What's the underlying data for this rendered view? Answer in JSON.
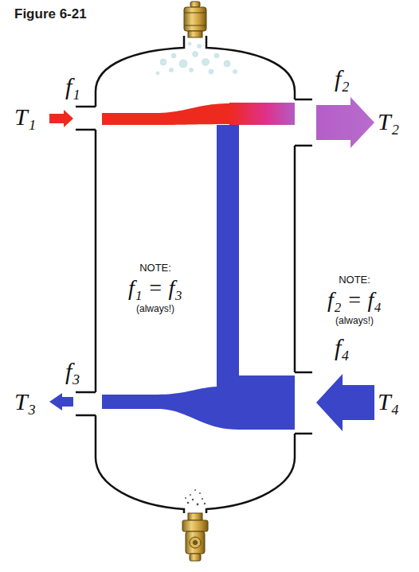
{
  "diagram": {
    "title": "Figure 6-21",
    "labels": [
      "f₁",
      "T₁",
      "f₂",
      "T₂",
      "NOTE:",
      "f₁ = f₃",
      "(always!)",
      "NOTE:",
      "f₂ = f₄",
      "(always!)",
      "f₃",
      "T₃",
      "f₄",
      "T₄"
    ]
  }
}
